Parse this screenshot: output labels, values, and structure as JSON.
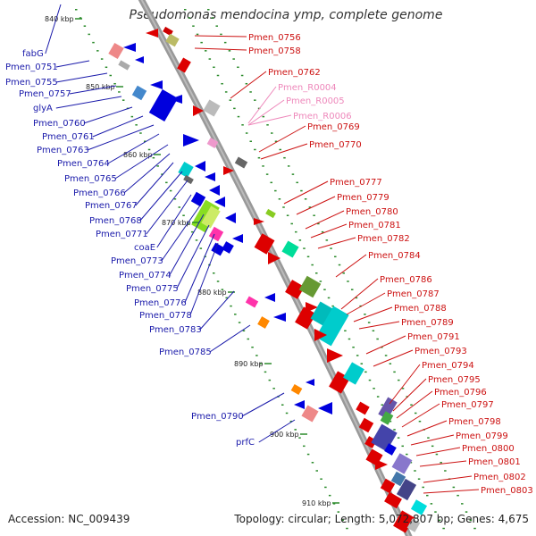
{
  "title": "Pseudomonas mendocina ymp, complete genome",
  "footer": {
    "accession": "Accession: NC_009439",
    "summary": "Topology: circular; Length: 5,072,807 bp; Genes: 4,675"
  },
  "colors": {
    "backbone": "#999999",
    "left_labels": "#1a1aaa",
    "right_labels": "#cc1111",
    "rna_labels": "#ee88bb",
    "tick_dots": "#2a8a2a",
    "forward_genes": "#dd0000",
    "reverse_genes": "#0000dd"
  },
  "ticks": [
    "840 kbp",
    "850 kbp",
    "860 kbp",
    "870 kbp",
    "880 kbp",
    "890 kbp",
    "900 kbp",
    "910 kbp"
  ],
  "left_labels": [
    "fabG",
    "Pmen_0751",
    "Pmen_0755",
    "Pmen_0757",
    "glyA",
    "Pmen_0760",
    "Pmen_0761",
    "Pmen_0763",
    "Pmen_0764",
    "Pmen_0765",
    "Pmen_0766",
    "Pmen_0767",
    "Pmen_0768",
    "Pmen_0771",
    "coaE",
    "Pmen_0773",
    "Pmen_0774",
    "Pmen_0775",
    "Pmen_0776",
    "Pmen_0778",
    "Pmen_0783",
    "Pmen_0785",
    "Pmen_0790",
    "prfC"
  ],
  "right_labels": [
    "Pmen_0756",
    "Pmen_0758",
    "Pmen_0762",
    "Pmen_R0004",
    "Pmen_R0005",
    "Pmen_R0006",
    "Pmen_0769",
    "Pmen_0770",
    "Pmen_0777",
    "Pmen_0779",
    "Pmen_0780",
    "Pmen_0781",
    "Pmen_0782",
    "Pmen_0784",
    "Pmen_0786",
    "Pmen_0787",
    "Pmen_0788",
    "Pmen_0789",
    "Pmen_0791",
    "Pmen_0793",
    "Pmen_0794",
    "Pmen_0795",
    "Pmen_0796",
    "Pmen_0797",
    "Pmen_0798",
    "Pmen_0799",
    "Pmen_0800",
    "Pmen_0801",
    "Pmen_0802",
    "Pmen_0803"
  ],
  "rna_genes": [
    "Pmen_R0004",
    "Pmen_R0005",
    "Pmen_R0006"
  ]
}
